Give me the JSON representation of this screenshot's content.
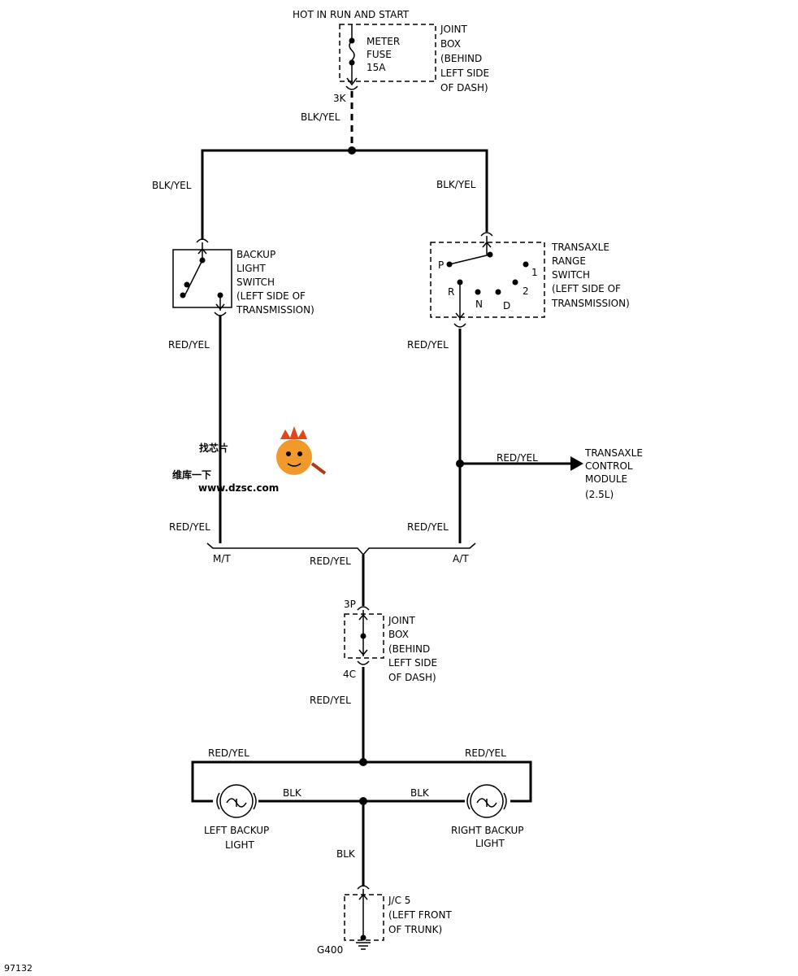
{
  "header": {
    "power_label": "HOT IN RUN AND START"
  },
  "joint_box_top": {
    "fuse_name": "METER",
    "fuse_word": "FUSE",
    "fuse_rating": "15A",
    "label_lines": [
      "JOINT",
      "BOX",
      "(BEHIND",
      "LEFT SIDE",
      "OF DASH)"
    ],
    "pin": "3K"
  },
  "wires": {
    "feed": "BLK/YEL",
    "left_feed": "BLK/YEL",
    "right_feed": "BLK/YEL",
    "left_out": "RED/YEL",
    "right_out": "RED/YEL",
    "tcm_branch": "RED/YEL",
    "left_lower": "RED/YEL",
    "right_lower": "RED/YEL",
    "merge": "RED/YEL",
    "jb_out": "RED/YEL",
    "lamp_left_feed": "RED/YEL",
    "lamp_right_feed": "RED/YEL",
    "lamp_left_gnd": "BLK",
    "lamp_right_gnd": "BLK",
    "ground": "BLK"
  },
  "backup_switch": {
    "label_lines": [
      "BACKUP",
      "LIGHT",
      "SWITCH",
      "(LEFT SIDE OF",
      "TRANSMISSION)"
    ]
  },
  "range_switch": {
    "label_lines": [
      "TRANSAXLE",
      "RANGE",
      "SWITCH",
      "(LEFT SIDE OF",
      "TRANSMISSION)"
    ],
    "positions": {
      "p": "P",
      "r": "R",
      "n": "N",
      "d": "D",
      "two": "2",
      "one": "1"
    }
  },
  "tcm": {
    "label_lines": [
      "TRANSAXLE",
      "CONTROL",
      "MODULE",
      "(2.5L)"
    ]
  },
  "variants": {
    "manual": "M/T",
    "automatic": "A/T"
  },
  "joint_box_mid": {
    "pin_in": "3P",
    "pin_out": "4C",
    "label_lines": [
      "JOINT",
      "BOX",
      "(BEHIND",
      "LEFT SIDE",
      "OF DASH)"
    ]
  },
  "lamps": {
    "left_lines": [
      "LEFT BACKUP",
      "LIGHT"
    ],
    "right_lines": [
      "RIGHT BACKUP",
      "LIGHT"
    ]
  },
  "ground_connector": {
    "label_lines": [
      "J/C 5",
      "(LEFT FRONT",
      "OF TRUNK)"
    ],
    "ground_id": "G400"
  },
  "figure_id": "97132",
  "watermark": {
    "chinese_top": "找芯片",
    "chinese_bottom": "维库一下",
    "url": "www.dzsc.com"
  }
}
